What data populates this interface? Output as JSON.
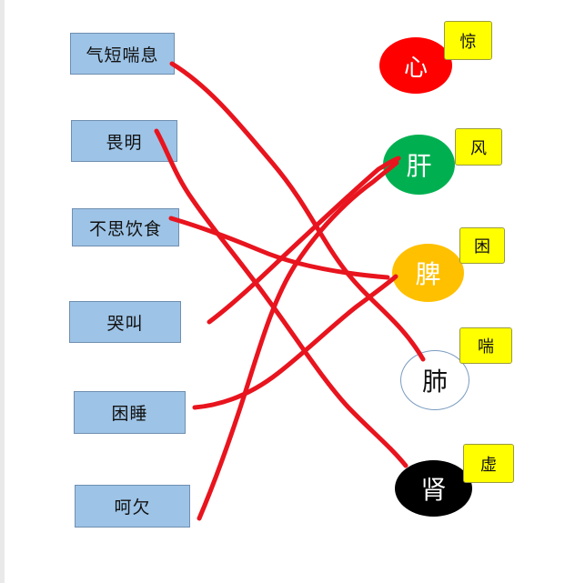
{
  "symptoms": [
    {
      "label": "气短喘息"
    },
    {
      "label": "畏明"
    },
    {
      "label": "不思饮食"
    },
    {
      "label": "哭叫"
    },
    {
      "label": "困睡"
    },
    {
      "label": "呵欠"
    }
  ],
  "organs": [
    {
      "label": "心",
      "fill": "#ff0000",
      "text_color": "#ffffff",
      "tag": "惊"
    },
    {
      "label": "肝",
      "fill": "#00b050",
      "text_color": "#ffffff",
      "tag": "风"
    },
    {
      "label": "脾",
      "fill": "#ffc000",
      "text_color": "#ffffff",
      "tag": "困"
    },
    {
      "label": "肺",
      "fill": "#ffffff",
      "text_color": "#111111",
      "tag": "喘"
    },
    {
      "label": "肾",
      "fill": "#000000",
      "text_color": "#ffffff",
      "tag": "虚"
    }
  ],
  "connections": [
    {
      "from": "气短喘息",
      "to": "肺"
    },
    {
      "from": "畏明",
      "to": "肾"
    },
    {
      "from": "不思饮食",
      "to": "脾"
    },
    {
      "from": "哭叫",
      "to": "肝"
    },
    {
      "from": "困睡",
      "to": "脾"
    },
    {
      "from": "呵欠",
      "to": "肝"
    }
  ],
  "line_color": "#e8141e"
}
